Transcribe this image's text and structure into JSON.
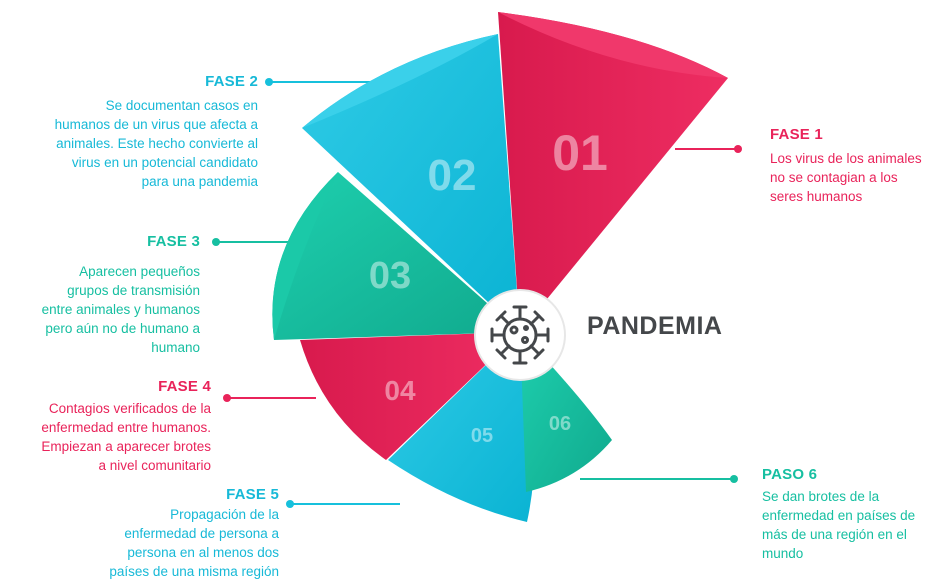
{
  "center": {
    "title": "PANDEMIA",
    "icon": "virus-icon"
  },
  "segments": [
    {
      "number": "01",
      "color": "#e9235a"
    },
    {
      "number": "02",
      "color": "#17c0dc"
    },
    {
      "number": "03",
      "color": "#16bfa1"
    },
    {
      "number": "04",
      "color": "#e9235a"
    },
    {
      "number": "05",
      "color": "#17c0dc"
    },
    {
      "number": "06",
      "color": "#16bfa1"
    }
  ],
  "phases": [
    {
      "title": "FASE 1",
      "description": [
        "Los virus de los animales",
        "no se contagian a los",
        "seres humanos"
      ]
    },
    {
      "title": "FASE 2",
      "description": [
        "Se documentan casos en",
        "humanos de un virus que afecta a",
        "animales. Este hecho convierte al",
        "virus en un potencial candidato",
        "para una pandemia"
      ]
    },
    {
      "title": "FASE 3",
      "description": [
        "Aparecen pequeños",
        "grupos de transmisión",
        "entre animales y humanos",
        "pero aún no de humano a",
        "humano"
      ]
    },
    {
      "title": "FASE 4",
      "description": [
        "Contagios verificados de la",
        "enfermedad entre humanos.",
        "Empiezan a aparecer brotes",
        "a nivel comunitario"
      ]
    },
    {
      "title": "FASE 5",
      "description": [
        "Propagación de la",
        "enfermedad de persona a",
        "persona en al menos dos",
        "países de una misma región"
      ]
    },
    {
      "title": "PASO 6",
      "description": [
        "Se dan brotes de la",
        "enfermedad en países de",
        "más de una región en el",
        "mundo"
      ]
    }
  ]
}
